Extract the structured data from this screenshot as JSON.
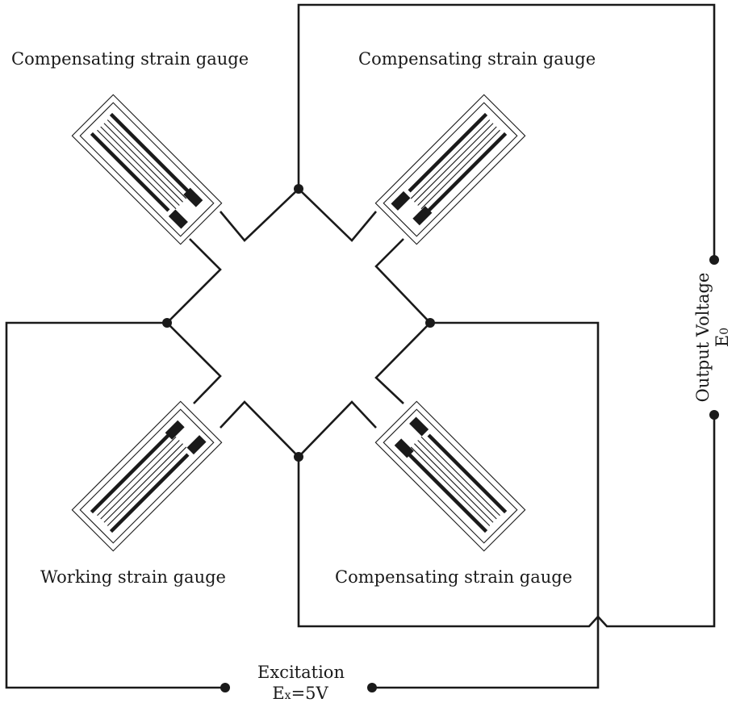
{
  "labels": {
    "top_left_gauge": "Compensating strain gauge",
    "top_right_gauge": "Compensating strain gauge",
    "bottom_left_gauge": "Working strain gauge",
    "bottom_right_gauge": "Compensating strain gauge",
    "output_voltage": "Output Voltage",
    "output_symbol_main": "E",
    "output_symbol_sub": "0",
    "excitation": "Excitation",
    "excitation_symbol_main": "E",
    "excitation_symbol_sub": "x",
    "excitation_value": "=5V"
  }
}
